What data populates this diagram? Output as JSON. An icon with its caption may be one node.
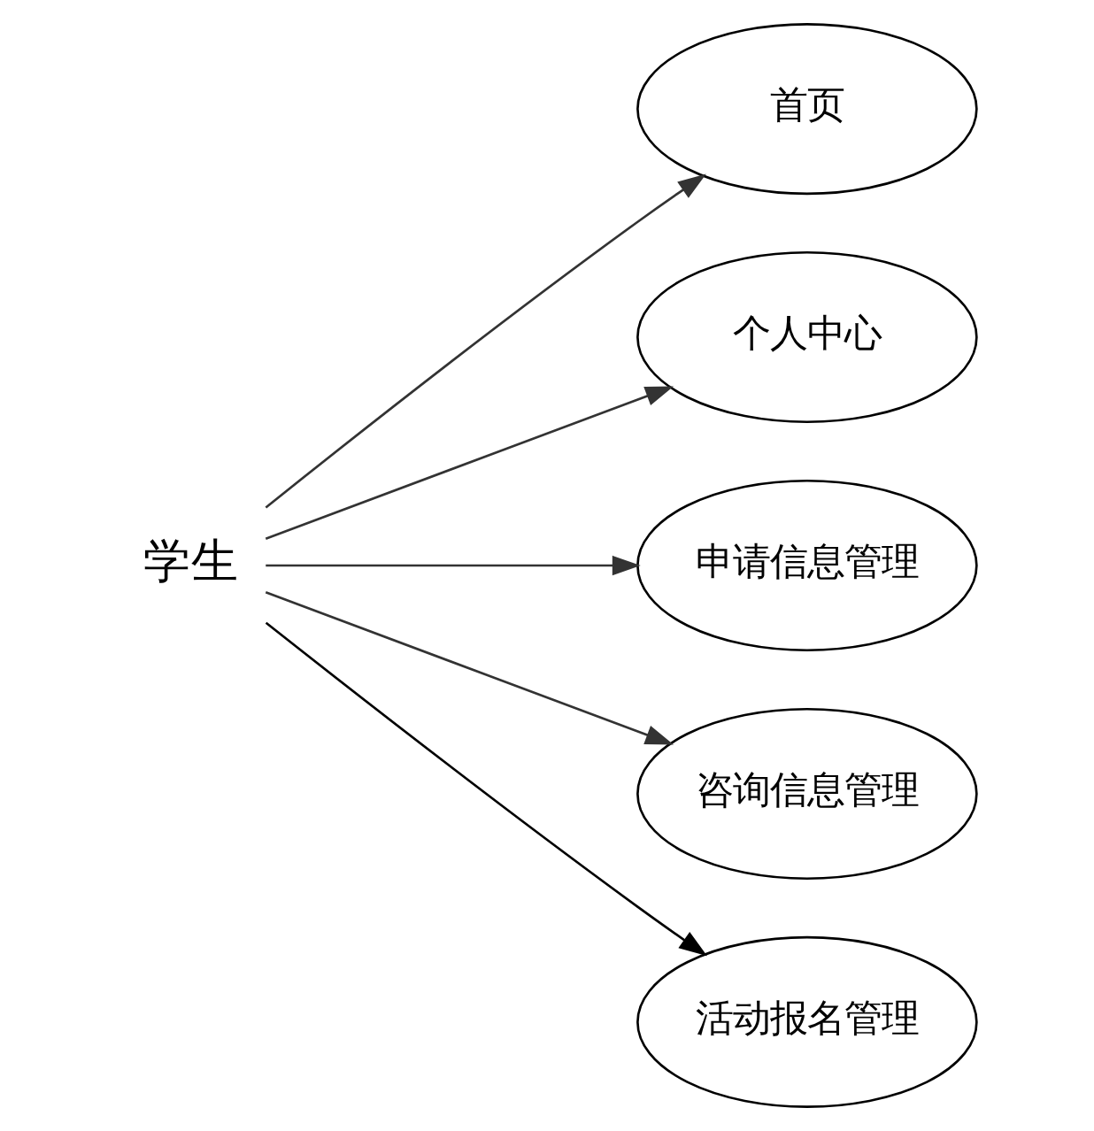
{
  "diagram": {
    "nodes": [
      {
        "text": [
          "学生"
        ]
      },
      {
        "text": [
          "首页"
        ]
      },
      {
        "text": [
          "个人中心"
        ]
      },
      {
        "text": [
          "申请信息管理"
        ]
      },
      {
        "text": [
          "咨询信息管理"
        ]
      },
      {
        "text": [
          "活动报名管理"
        ]
      }
    ],
    "edges": [
      {
        "from": 0,
        "to": 1,
        "arrow": "to"
      },
      {
        "from": 0,
        "to": 2,
        "arrow": "to"
      },
      {
        "from": 0,
        "to": 3,
        "arrow": "to"
      },
      {
        "from": 0,
        "to": 4,
        "arrow": "to"
      },
      {
        "from": 0,
        "to": 5,
        "arrow": "to",
        "color": "#000000"
      }
    ]
  }
}
